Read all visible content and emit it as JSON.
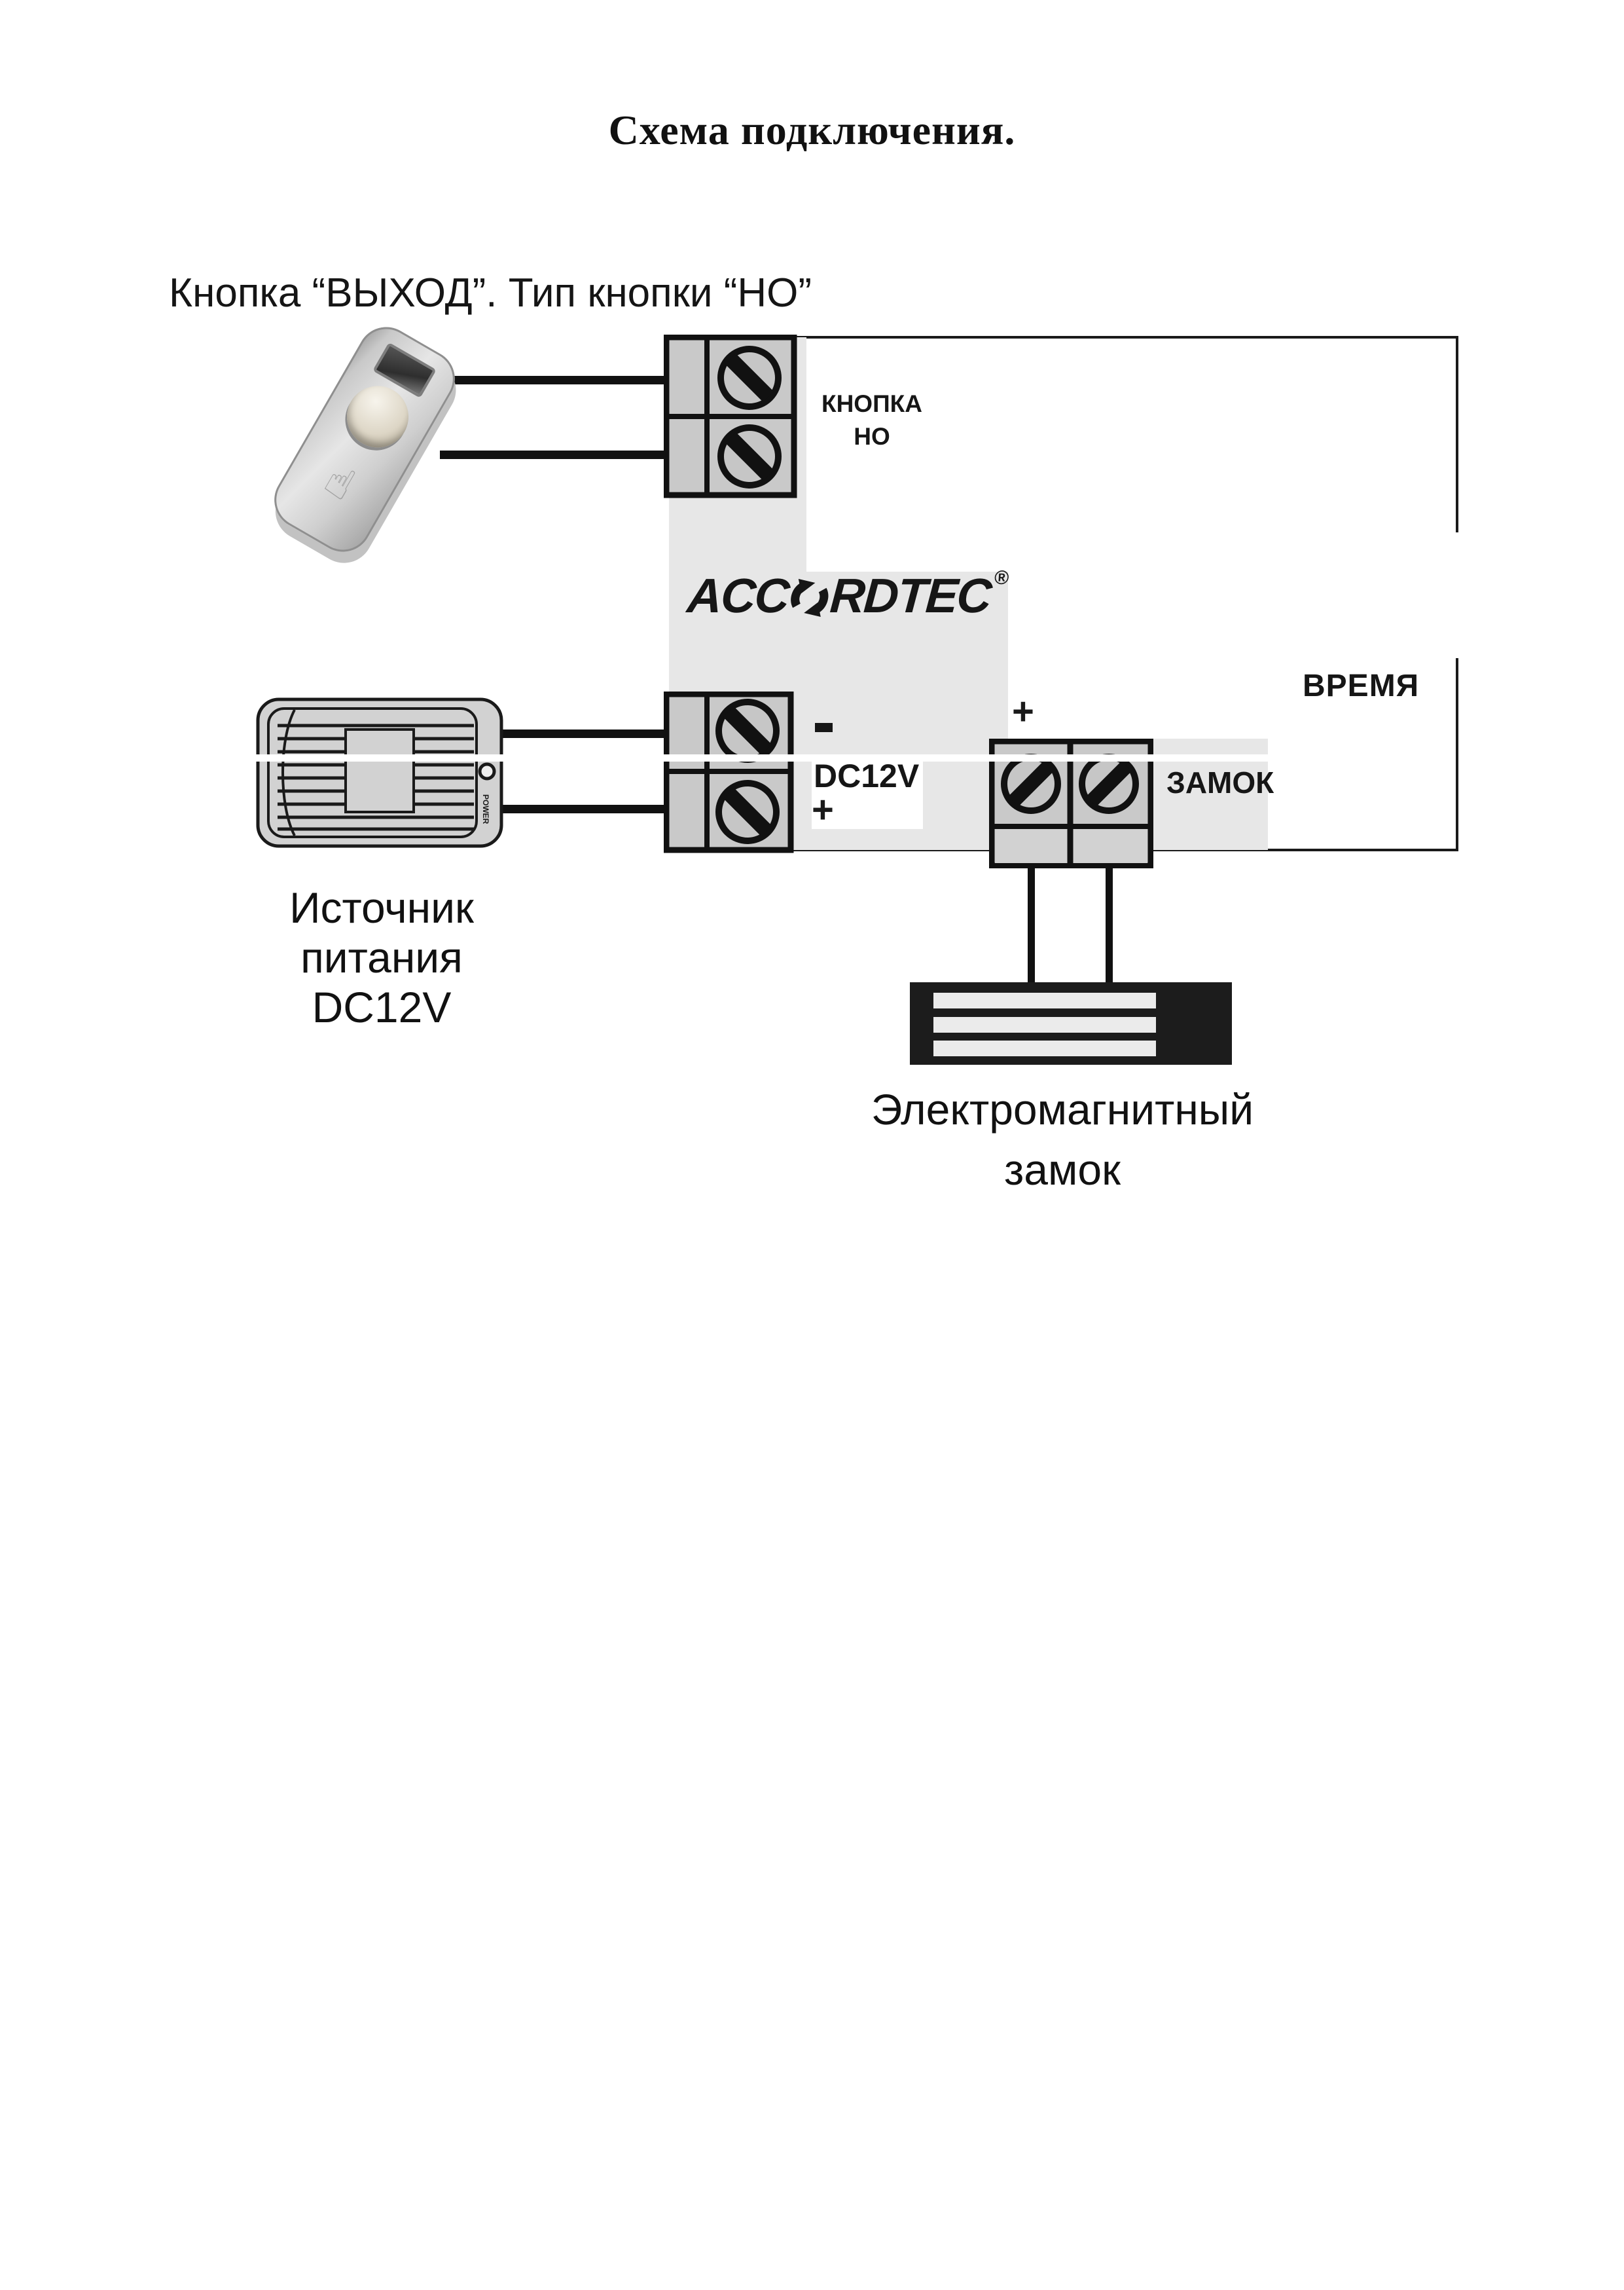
{
  "page": {
    "title": "Схема подключения."
  },
  "diagram": {
    "subtitle": "Кнопка “ВЫХОД”. Тип кнопки “НО”",
    "brand": {
      "name_part1": "ACC",
      "name_part2": "RDTEC",
      "reg": "®"
    },
    "labels": {
      "button_block_line1": "КНОПКА",
      "button_block_line2": "НО",
      "time": "ВРЕМЯ",
      "power_in": "DC12V",
      "lock": "ЗАМОК",
      "minus": "-",
      "plus_power": "+",
      "plus_lock": "+"
    },
    "power_supply": {
      "caption_line1": "Источник",
      "caption_line2": "питания",
      "caption_line3": "DC12V",
      "led_label": "POWER"
    },
    "lock": {
      "caption_line1": "Электромагнитный",
      "caption_line2": "замок"
    },
    "icons": {
      "hand": "☝"
    },
    "colors": {
      "panel_gray": "#e7e7e7",
      "terminal_cell_gray": "#c9c9c9",
      "line_black": "#1a1a1a",
      "device_silver": "#d2d2d2"
    }
  }
}
